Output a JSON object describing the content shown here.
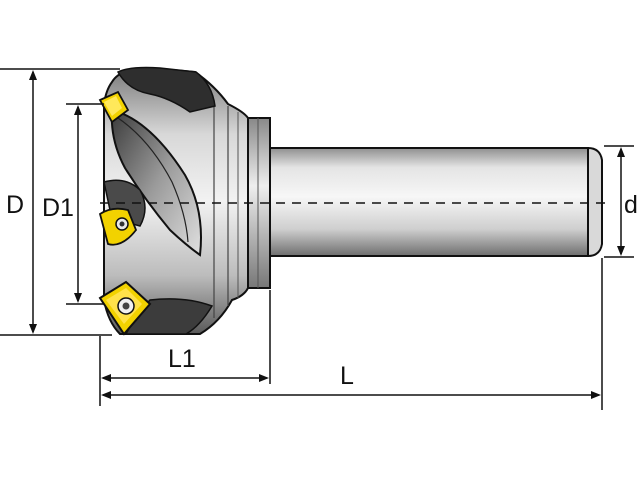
{
  "diagram": {
    "labels": {
      "D": "D",
      "D1": "D1",
      "d": "d",
      "L1": "L1",
      "L": "L"
    },
    "colors": {
      "line": "#111111",
      "body_dark": "#333333",
      "body_mid": "#8a8a8a",
      "body_light": "#e6e6e6",
      "shank_light": "#f0f0f0",
      "insert_yellow": "#f2d200",
      "insert_yellow_dark": "#b89a00"
    }
  }
}
